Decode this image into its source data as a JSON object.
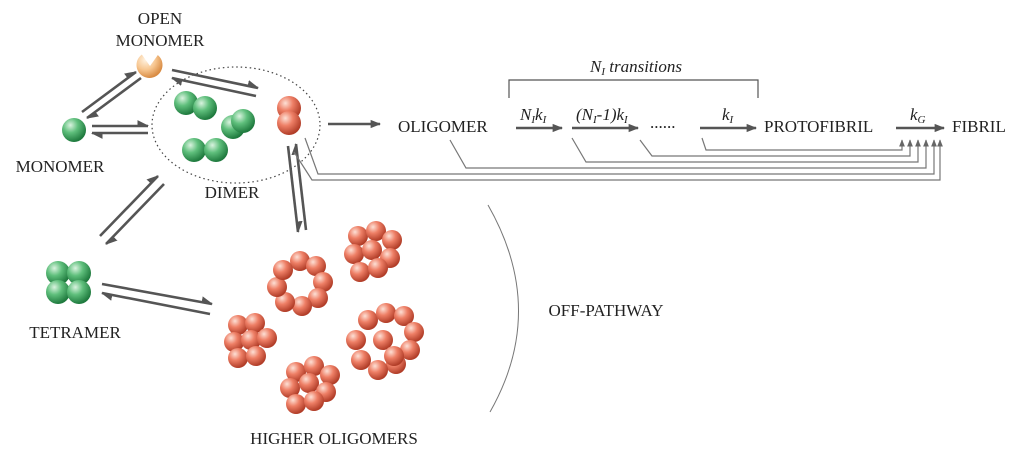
{
  "labels": {
    "open_monomer_line1": "OPEN",
    "open_monomer_line2": "MONOMER",
    "monomer": "MONOMER",
    "dimer": "DIMER",
    "tetramer": "TETRAMER",
    "higher_oligomers": "HIGHER OLIGOMERS",
    "oligomer": "OLIGOMER",
    "protofibril": "PROTOFIBRIL",
    "fibril": "FIBRIL",
    "off_pathway": "OFF-PATHWAY"
  },
  "transitions": {
    "bracket_var": "N",
    "bracket_sub": "I",
    "bracket_text": " transitions",
    "rate1_n": "N",
    "rate1_nsub": "I",
    "rate1_k": "k",
    "rate1_ksub": "I",
    "rate2_open": "(N",
    "rate2_nsub": "I",
    "rate2_mid": "-1)k",
    "rate2_ksub": "I",
    "rate3_k": "k",
    "rate3_ksub": "I",
    "dots": "......",
    "growth_k": "k",
    "growth_sub": "G"
  },
  "colors": {
    "green": "#4caf6e",
    "red": "#e8705a",
    "open_monomer": "#f6c48f",
    "arrow": "#555555"
  }
}
